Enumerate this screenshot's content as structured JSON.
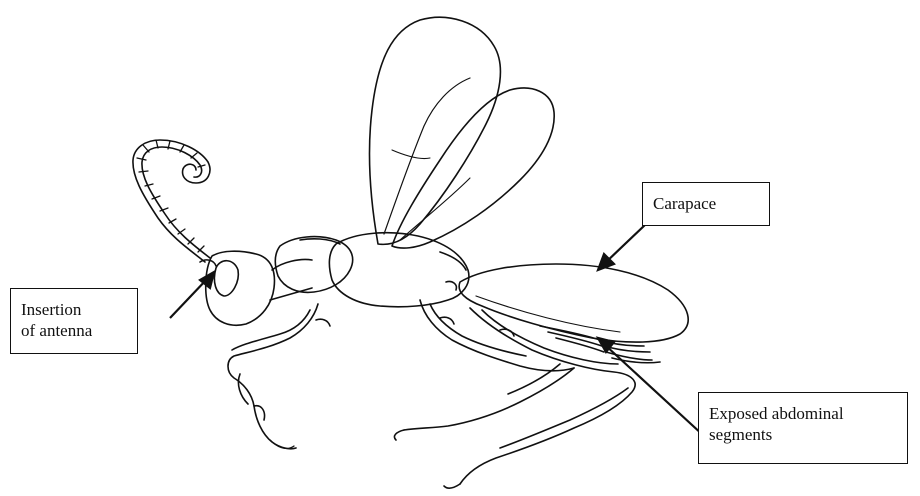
{
  "labels": {
    "carapace": {
      "lines": [
        "Carapace"
      ]
    },
    "insertion": {
      "lines": [
        "Insertion",
        "of antenna"
      ]
    },
    "abdominal": {
      "lines": [
        "Exposed abdominal",
        "segments"
      ]
    }
  },
  "colors": {
    "ink": "#111111",
    "background": "#ffffff"
  }
}
